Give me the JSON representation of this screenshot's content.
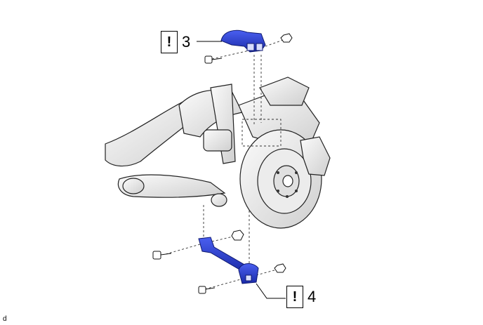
{
  "callouts": [
    {
      "warning": "!",
      "number": "3"
    },
    {
      "warning": "!",
      "number": "4"
    }
  ],
  "caption": "d",
  "colors": {
    "highlight_part": "#2a3fd6",
    "highlight_dark": "#1a2aa8",
    "body_fill": "#f0f0f0",
    "body_shade": "#d4d4d4",
    "outline": "#222222",
    "leader": "#000000"
  },
  "icons": [
    "warning-icon",
    "bolt-icon",
    "nut-icon"
  ]
}
